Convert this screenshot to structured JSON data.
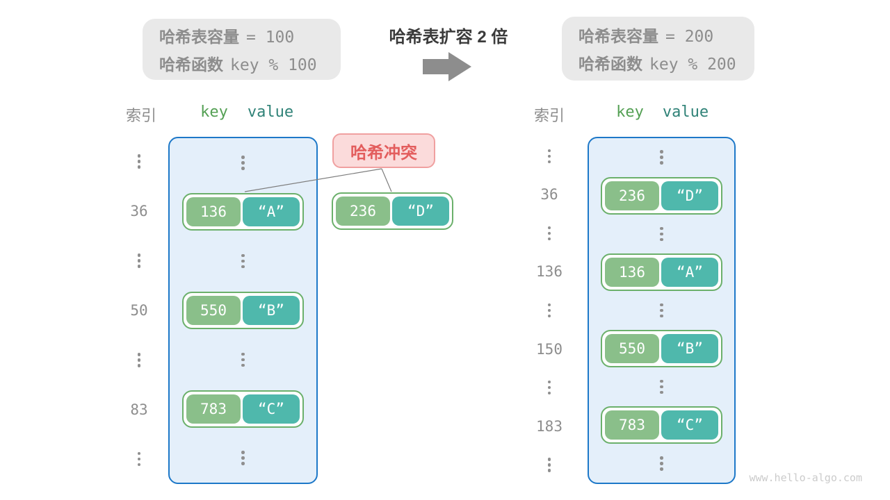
{
  "title": "哈希表扩容 2 倍",
  "config_left": {
    "capacity_label": "哈希表容量",
    "capacity_value": "= 100",
    "hash_fn_label": "哈希函数",
    "hash_fn_value": "key % 100"
  },
  "config_right": {
    "capacity_label": "哈希表容量",
    "capacity_value": "= 200",
    "hash_fn_label": "哈希函数",
    "hash_fn_value": "key % 200"
  },
  "collision_label": "哈希冲突",
  "floating_pair": {
    "key": "236",
    "value": "“D”"
  },
  "left_table": {
    "index_header": "索引",
    "key_header": "key",
    "value_header": "value",
    "rows": [
      {
        "type": "dots"
      },
      {
        "type": "pair",
        "index": "36",
        "key": "136",
        "value": "“A”"
      },
      {
        "type": "dots"
      },
      {
        "type": "pair",
        "index": "50",
        "key": "550",
        "value": "“B”"
      },
      {
        "type": "dots"
      },
      {
        "type": "pair",
        "index": "83",
        "key": "783",
        "value": "“C”"
      },
      {
        "type": "dots"
      }
    ]
  },
  "right_table": {
    "index_header": "索引",
    "key_header": "key",
    "value_header": "value",
    "rows": [
      {
        "type": "dots"
      },
      {
        "type": "pair",
        "index": "36",
        "key": "236",
        "value": "“D”"
      },
      {
        "type": "dots"
      },
      {
        "type": "pair",
        "index": "136",
        "key": "136",
        "value": "“A”"
      },
      {
        "type": "dots"
      },
      {
        "type": "pair",
        "index": "150",
        "key": "550",
        "value": "“B”"
      },
      {
        "type": "dots"
      },
      {
        "type": "pair",
        "index": "183",
        "key": "783",
        "value": "“C”"
      },
      {
        "type": "dots"
      }
    ]
  },
  "watermark": "www.hello-algo.com",
  "colors": {
    "config_bg": "#e9e9e9",
    "muted_text": "#8d8d8d",
    "title_text": "#3b3b3b",
    "arrow_fill": "#8d8d8d",
    "key_header": "#54a054",
    "value_header": "#2f8277",
    "bucket_border": "#1d78c8",
    "bucket_bg": "#e4effa",
    "pair_border": "#6bb06b",
    "key_bg": "#8abf8a",
    "value_bg": "#4fb8ac",
    "cell_text": "#ffffff",
    "collision_bg": "#fbdbdb",
    "collision_border": "#f0a0a0",
    "collision_text": "#e35d5d",
    "connector_line": "#7d7d7d",
    "dot_color": "#8f8f8f",
    "watermark_text": "#cbcbcb"
  }
}
